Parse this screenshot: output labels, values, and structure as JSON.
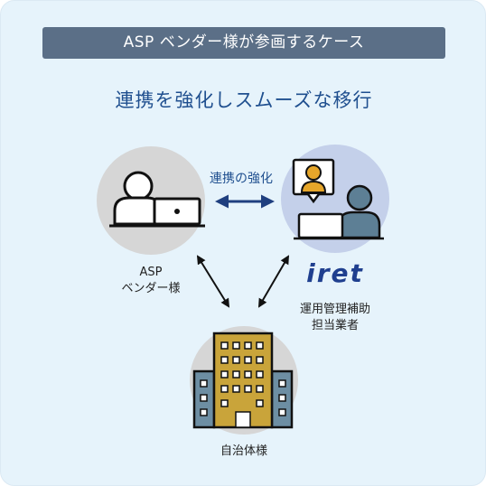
{
  "header": {
    "title": "ASP ベンダー様が参画するケース"
  },
  "subtitle": "連携を強化しスムーズな移行",
  "arrow_label": "連携の強化",
  "nodes": {
    "asp": {
      "line1": "ASP",
      "line2": "ベンダー様"
    },
    "iret": {
      "logo": "iret",
      "line1": "運用管理補助",
      "line2": "担当業者"
    },
    "local_gov": {
      "label": "自治体様"
    }
  },
  "colors": {
    "panel_bg": "#e6f3fb",
    "header_bg": "#5b6f87",
    "accent_blue": "#1f4f8f",
    "circle_gray": "#d6d6d6",
    "circle_blue": "#c4d0ea",
    "building_gold": "#c9a43a",
    "building_slate": "#6d8ea3"
  }
}
